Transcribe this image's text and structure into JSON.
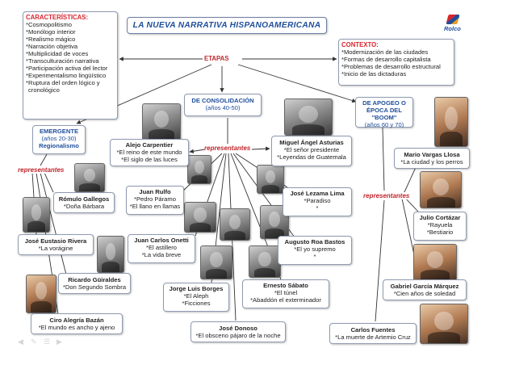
{
  "title": "LA NUEVA NARRATIVA HISPANOAMERICANA",
  "logo": "Rolco",
  "caracteristicas": {
    "title": "CARACTERÍSTICAS:",
    "items": [
      "*Cosmopolitismo",
      "*Monólogo interior",
      "*Realismo mágico",
      "*Narración objetiva",
      "*Multiplicidad de voces",
      "*Transculturación narrativa",
      "*Participación activa del lector",
      "*Experimentalismo lingüístico",
      "*Ruptura del orden lógico y",
      "cronológico"
    ]
  },
  "contexto": {
    "title": "CONTEXTO:",
    "items": [
      "*Modernización de las ciudades",
      "*Formas de desarrollo capitalista",
      "*Problemas de desarrollo estructural",
      "*Inicio de las dictaduras"
    ]
  },
  "etapas": "ETAPAS",
  "emergente": {
    "title": "EMERGENTE",
    "years": "(años 20-30)",
    "sub": "Regionalismo"
  },
  "consolidacion": {
    "title": "DE CONSOLIDACIÓN",
    "years": "(años 40-50)"
  },
  "boom": {
    "title1": "DE APOGEO O",
    "title2": "ÉPOCA DEL \"BOOM\"",
    "years": "(años 60 y 70)"
  },
  "rep_left": "representantes",
  "rep_center": "representantes",
  "rep_right": "representantes",
  "authors": {
    "carpentier": {
      "name": "Alejo Carpentier",
      "w1": "*El reino de este mundo",
      "w2": "*El siglo de las luces"
    },
    "asturias": {
      "name": "Miguel Ángel Asturias",
      "w1": "*El señor presidente",
      "w2": "*Leyendas de Guatemala"
    },
    "gallegos": {
      "name": "Rómulo Gallegos",
      "w1": "*Doña Bárbara"
    },
    "rivera": {
      "name": "José Eustasio Rivera",
      "w1": "*La vorágine"
    },
    "guiraldes": {
      "name": "Ricardo Güiraldes",
      "w1": "*Don Segundo Sombra"
    },
    "alegria": {
      "name": "Ciro Alegría Bazán",
      "w1": "*El mundo es ancho y ajeno"
    },
    "rulfo": {
      "name": "Juan Rulfo",
      "w1": "*Pedro Páramo",
      "w2": "*El llano en llamas"
    },
    "onetti": {
      "name": "Juan Carlos Onetti",
      "w1": "*El astillero",
      "w2": "*La vida breve"
    },
    "lezama": {
      "name": "José Lezama Lima",
      "w1": "*Paradiso",
      "w2": "*"
    },
    "roa": {
      "name": "Augusto Roa Bastos",
      "w1": "*El yo supremo",
      "w2": "*"
    },
    "borges": {
      "name": "Jorge Luis Borges",
      "w1": "*El Aleph",
      "w2": "*Ficciones"
    },
    "sabato": {
      "name": "Ernesto Sábato",
      "w1": "*El túnel",
      "w2": "*Abaddón el exterminador"
    },
    "donoso": {
      "name": "José Donoso",
      "w1": "*El obsceno pájaro de la noche"
    },
    "vargas": {
      "name": "Mario Vargas Llosa",
      "w1": "*La ciudad y los perros"
    },
    "cortazar": {
      "name": "Julio Cortázar",
      "w1": "*Rayuela",
      "w2": "*Bestiario"
    },
    "garcia": {
      "name": "Gabriel García Márquez",
      "w1": "*Cien años de soledad"
    },
    "fuentes": {
      "name": "Carlos Fuentes",
      "w1": "*La muerte de Artemio Cruz"
    }
  },
  "colors": {
    "red": "#d8262c",
    "blue": "#1f4e9c",
    "border": "#8e9bb0",
    "line": "#333333"
  }
}
